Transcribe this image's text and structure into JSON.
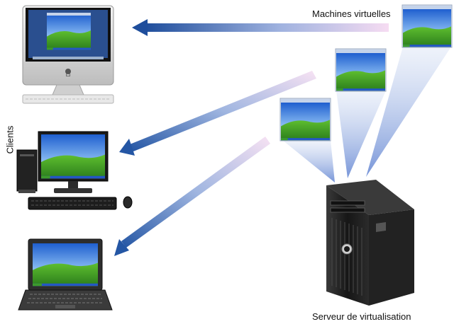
{
  "labels": {
    "virtual_machines": "Machines virtuelles",
    "clients": "Clients",
    "server": "Serveur de virtualisation"
  },
  "colors": {
    "arrow_dark": "#2f5597",
    "arrow_light": "#f4d7ef",
    "beam": "#8fa8df",
    "desktop_sky": "#3b78d8",
    "desktop_grass": "#3e9b2a",
    "server_body": "#1a1a1a"
  },
  "icons": {
    "virtual_machine": "vm-screen-icon",
    "imac": "imac-icon",
    "pc": "desktop-pc-icon",
    "laptop": "laptop-icon",
    "server": "tower-server-icon"
  }
}
